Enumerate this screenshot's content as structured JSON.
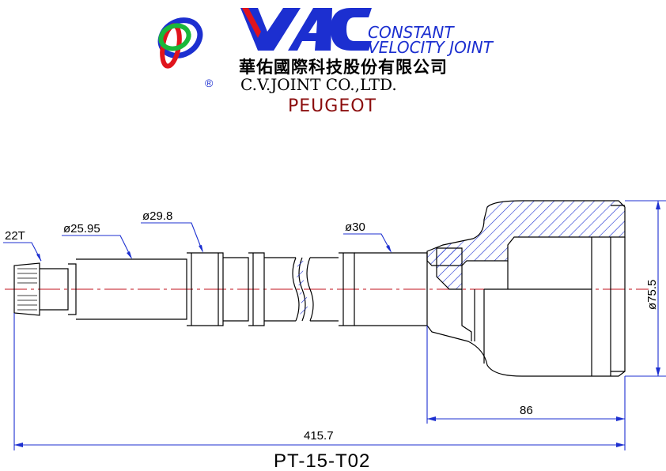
{
  "logo": {
    "brand": "VAC",
    "tagline_1": "CONSTANT",
    "tagline_2": "VELOCITY JOINT",
    "registered": "®",
    "colors": {
      "green": "#19b83a",
      "blue": "#1c2fd0",
      "red": "#e0141c"
    }
  },
  "company": {
    "name_zh": "華佑國際科技股份有限公司",
    "name_en": "C.V.JOINT CO.,LTD."
  },
  "vehicle_make": "PEUGEOT",
  "dimensions": {
    "spline_teeth": "22T",
    "dia_shaft": "ø25.95",
    "dia_seal": "ø29.8",
    "dia_inner": "ø30",
    "dia_housing": "ø75.5",
    "housing_length": "86",
    "overall_length": "415.7"
  },
  "part_number": "PT-15-T02",
  "colors": {
    "outline": "#000000",
    "dimension_lines": "#1c2fd0",
    "centerline": "#c1121c",
    "make_text": "#8b0d0d"
  }
}
